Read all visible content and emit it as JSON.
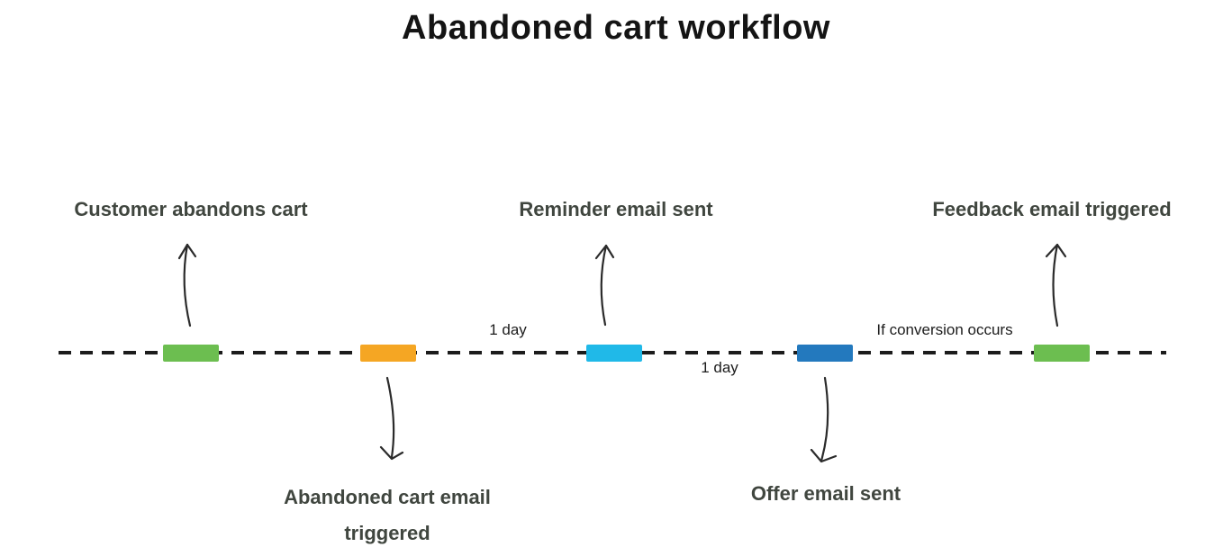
{
  "title": "Abandoned cart workflow",
  "timeline": {
    "events": [
      {
        "label": "Customer abandons cart",
        "color": "#6cbe50",
        "label_position": "above"
      },
      {
        "label": "Abandoned cart email triggered",
        "color": "#f5a623",
        "label_position": "below"
      },
      {
        "label": "Reminder email sent",
        "color": "#20b9e8",
        "label_position": "above"
      },
      {
        "label": "Offer email sent",
        "color": "#2379be",
        "label_position": "below"
      },
      {
        "label": "Feedback email triggered",
        "color": "#6cbe50",
        "label_position": "above"
      }
    ],
    "interval_labels": [
      {
        "text": "1 day",
        "position": "above-line"
      },
      {
        "text": "1 day",
        "position": "below-line"
      },
      {
        "text": "If conversion occurs",
        "position": "above-line"
      }
    ],
    "line_color": "#1c1c1c",
    "arrow_color": "#2b2b2b"
  }
}
